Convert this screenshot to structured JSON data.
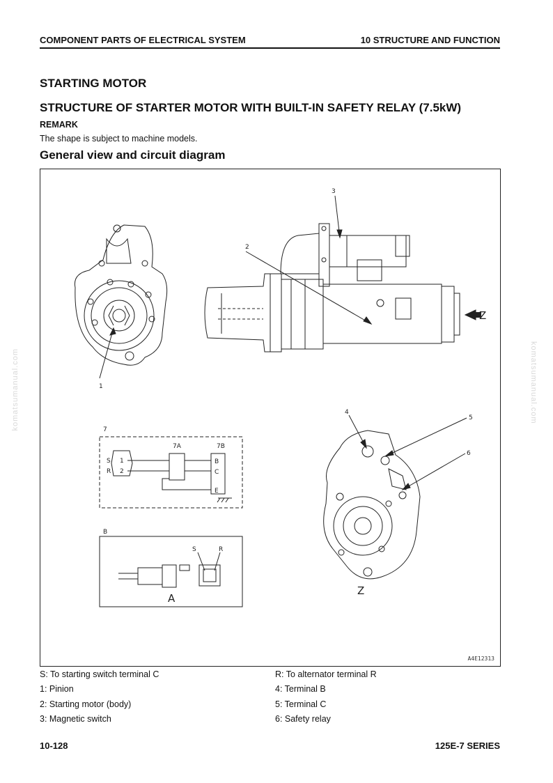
{
  "header": {
    "left": "COMPONENT PARTS OF ELECTRICAL SYSTEM",
    "right": "10 STRUCTURE AND FUNCTION"
  },
  "section_title": "STARTING MOTOR",
  "subtitle": "STRUCTURE OF STARTER MOTOR WITH BUILT-IN SAFETY RELAY (7.5kW)",
  "remark": {
    "label": "REMARK",
    "text": "The shape is subject to machine models."
  },
  "general_title": "General view and circuit diagram",
  "figure": {
    "code": "A4E12313",
    "callouts": [
      "1",
      "2",
      "3",
      "4",
      "5",
      "6",
      "7",
      "7A",
      "7B",
      "B",
      "A",
      "S",
      "R",
      "Z",
      "Z",
      "C",
      "E",
      "1",
      "2",
      "S",
      "R"
    ]
  },
  "legend": [
    "S: To starting switch terminal C",
    "R: To alternator terminal R",
    "1: Pinion",
    "4: Terminal B",
    "2: Starting motor (body)",
    "5: Terminal C",
    "3: Magnetic switch",
    "6: Safety relay"
  ],
  "footer": {
    "left": "10-128",
    "right": "125E-7 SERIES"
  },
  "watermark": "komatsumanual.com"
}
